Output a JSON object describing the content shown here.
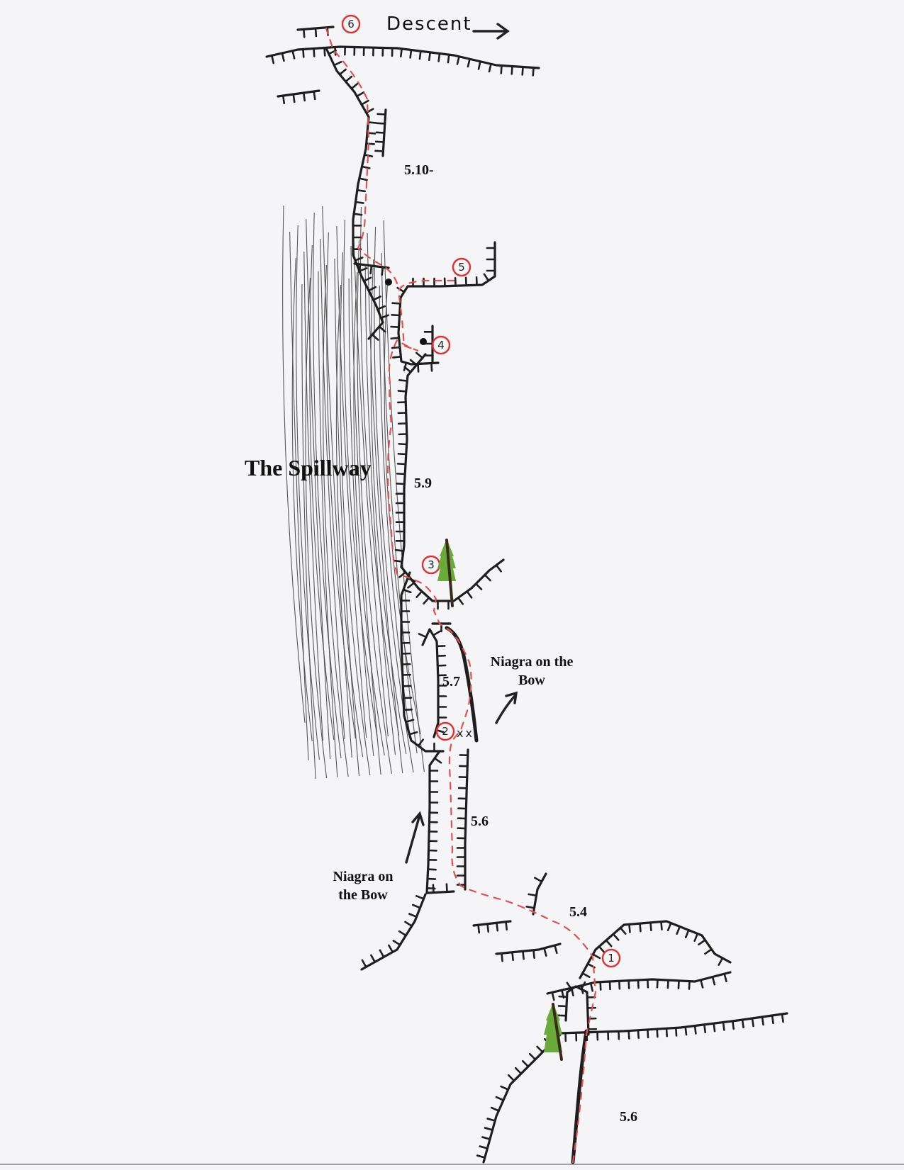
{
  "topo": {
    "title": "The Spillway",
    "descent_label": "Descent",
    "colors": {
      "rock": "#1e1e1e",
      "route": "#e0524f",
      "belay": "#e03030",
      "tree": "#6aaa3a",
      "paper": "#f5f5f7"
    },
    "pitches": [
      {
        "belay": "1",
        "grade": "5.4"
      },
      {
        "belay": "2",
        "grade": "5.6"
      },
      {
        "belay": "3",
        "grade": "5.7"
      },
      {
        "belay": "4",
        "grade": "5.9"
      },
      {
        "belay": "5",
        "grade": ""
      },
      {
        "belay": "6",
        "grade": "5.10-"
      }
    ],
    "start_grade": "5.6",
    "bolts_marker": "xx",
    "annotations": [
      {
        "line1": "Niagra on the",
        "line2": "Bow"
      },
      {
        "line1": "Niagra on",
        "line2": "the Bow"
      }
    ]
  }
}
